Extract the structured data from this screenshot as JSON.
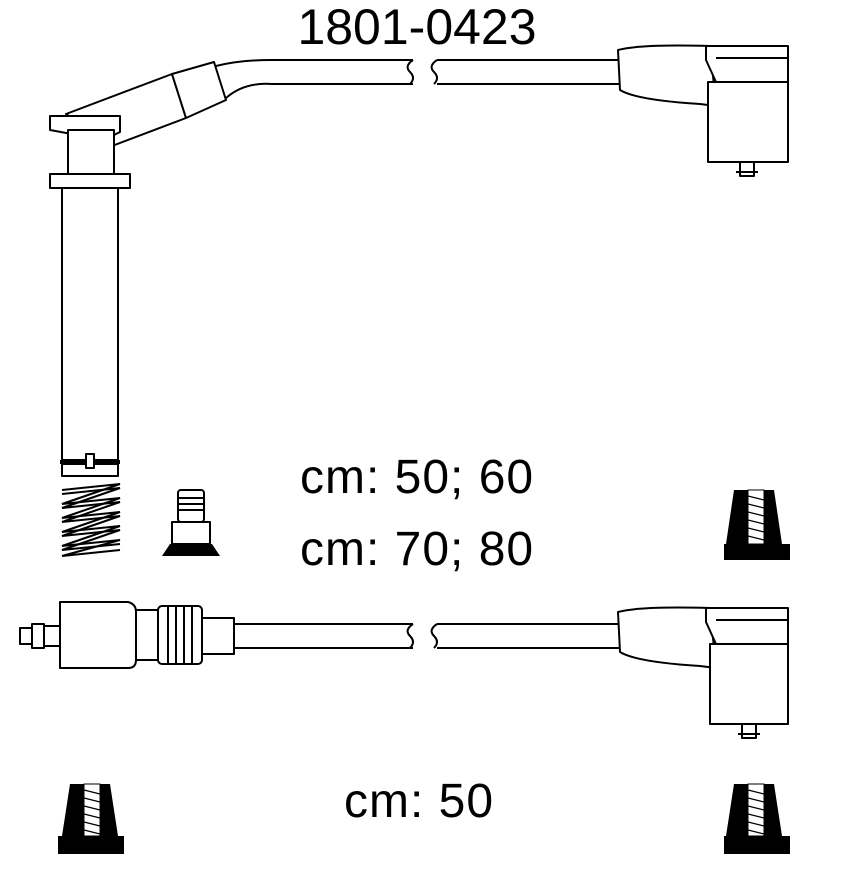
{
  "part_number": "1801-0423",
  "lengths": {
    "upper_set": "cm: 50; 60",
    "lower_set": "cm: 70; 80",
    "coil_lead": "cm: 50"
  },
  "colors": {
    "line": "#000000",
    "background": "#ffffff"
  }
}
